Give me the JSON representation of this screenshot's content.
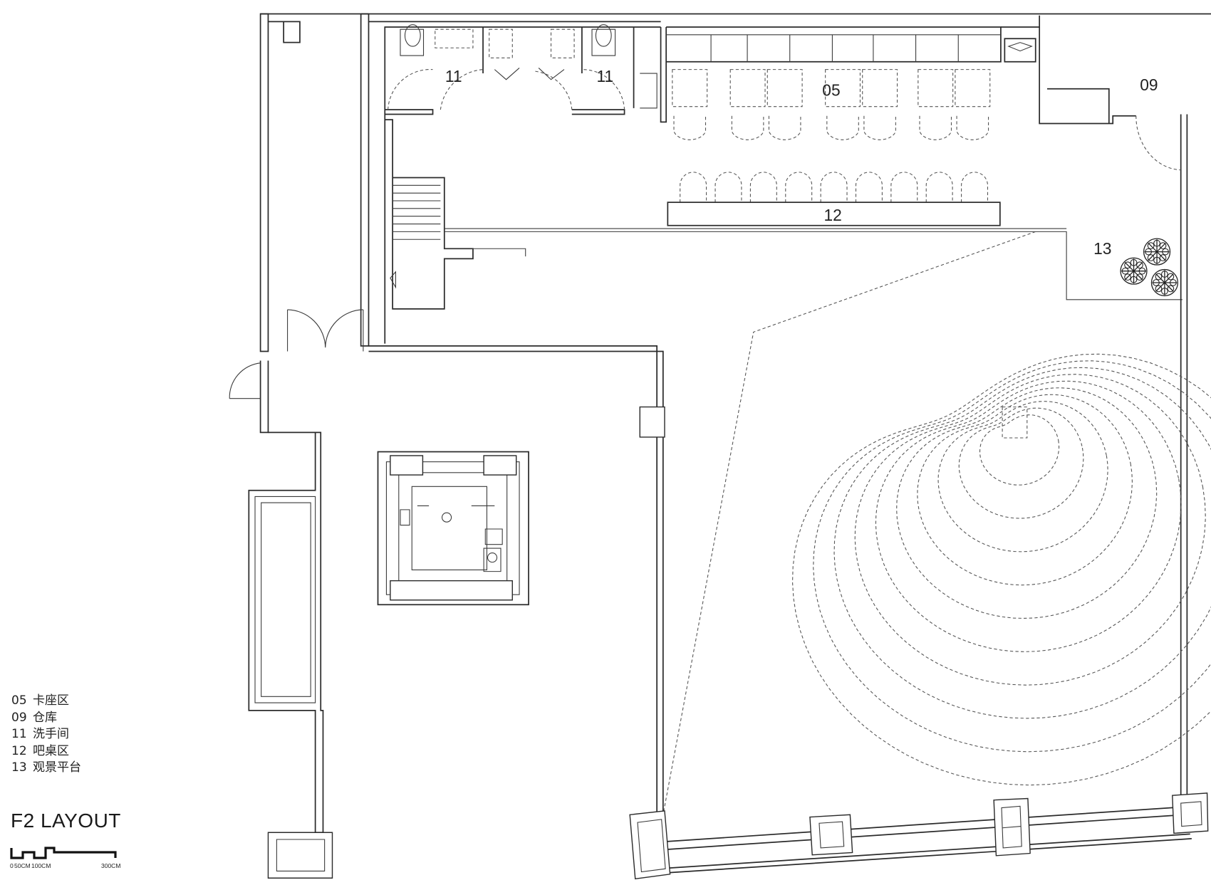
{
  "drawing": {
    "title": "F2 LAYOUT",
    "rooms": [
      {
        "id": "05",
        "label": "05"
      },
      {
        "id": "09",
        "label": "09"
      },
      {
        "id": "11a",
        "label": "11"
      },
      {
        "id": "11b",
        "label": "11"
      },
      {
        "id": "12",
        "label": "12"
      },
      {
        "id": "13",
        "label": "13"
      }
    ]
  },
  "legend": [
    {
      "code": "05",
      "name": "卡座区"
    },
    {
      "code": "09",
      "name": "仓库"
    },
    {
      "code": "11",
      "name": "洗手间"
    },
    {
      "code": "12",
      "name": "吧桌区"
    },
    {
      "code": "13",
      "name": "观景平台"
    }
  ],
  "scale": {
    "labels": [
      "0",
      "50CM",
      "100CM",
      "300CM"
    ]
  }
}
